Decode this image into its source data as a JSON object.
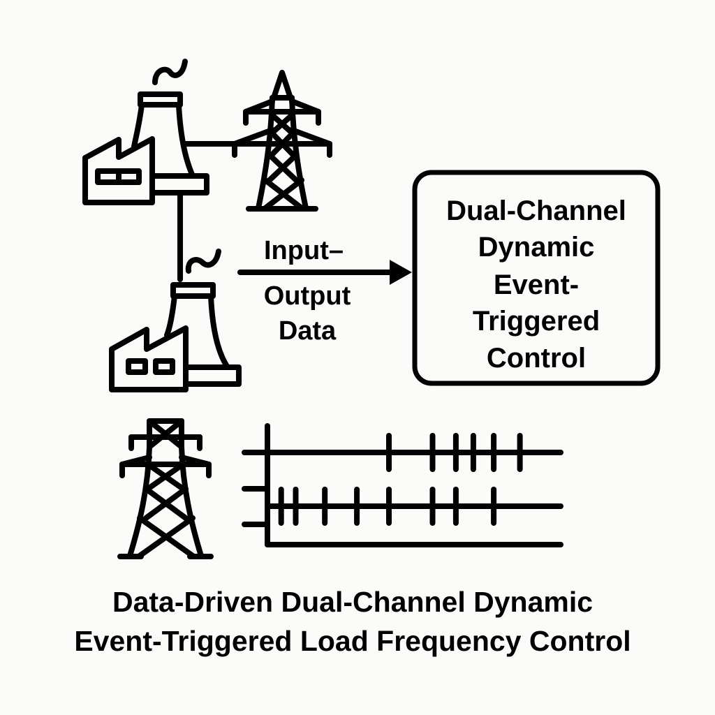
{
  "diagram": {
    "title_lines": [
      "Data-Driven Dual-Channel Dynamic",
      "Event-Triggered Load Frequency Control"
    ],
    "arrow_label_lines": [
      "Input–",
      "Output",
      "Data"
    ],
    "controller_box_lines": [
      "Dual-Channel",
      "Dynamic",
      "Event-",
      "Triggered",
      "Control"
    ],
    "icons": {
      "power_plant_top": "power-plant-icon",
      "power_plant_bottom": "power-plant-icon",
      "tower_top": "transmission-tower-icon",
      "tower_bottom": "transmission-tower-icon",
      "arrow": "arrow-right-icon",
      "event_timeline": "event-trigger-timeline-icon"
    },
    "event_timeline": {
      "channels": [
        {
          "name": "channel-1",
          "trigger_times": [
            0.41,
            0.56,
            0.64,
            0.7,
            0.77,
            0.86
          ]
        },
        {
          "name": "channel-2",
          "trigger_times": [
            0.04,
            0.09,
            0.19,
            0.3,
            0.41,
            0.56,
            0.64,
            0.77
          ]
        }
      ],
      "time_range": [
        0,
        1
      ]
    },
    "colors": {
      "ink": "#000000",
      "background": "#fbfbf9"
    }
  }
}
